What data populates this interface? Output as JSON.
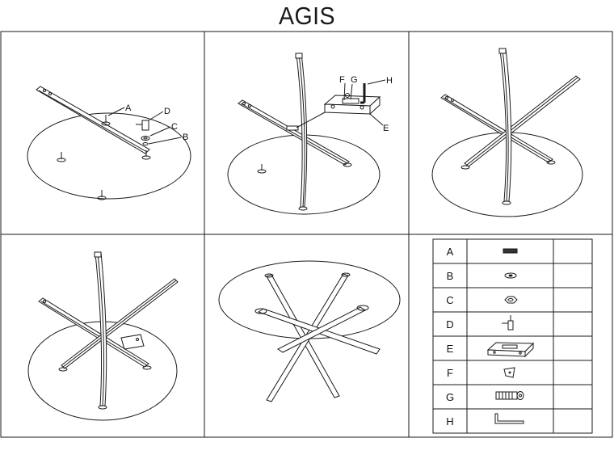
{
  "title": "AGIS",
  "callouts": {
    "a": "A",
    "b": "B",
    "c": "C",
    "d": "D",
    "e": "E",
    "f": "F",
    "g": "G",
    "h": "H"
  },
  "parts": [
    {
      "letter": "A",
      "icon": "threaded-bolt-icon"
    },
    {
      "letter": "B",
      "icon": "washer-icon"
    },
    {
      "letter": "C",
      "icon": "nut-icon"
    },
    {
      "letter": "D",
      "icon": "connector-bolt-icon"
    },
    {
      "letter": "E",
      "icon": "mounting-bracket-icon"
    },
    {
      "letter": "F",
      "icon": "pad-icon"
    },
    {
      "letter": "G",
      "icon": "screw-icon"
    },
    {
      "letter": "H",
      "icon": "allen-key-icon"
    }
  ],
  "colors": {
    "line": "#1a1a1a",
    "background": "#ffffff"
  }
}
